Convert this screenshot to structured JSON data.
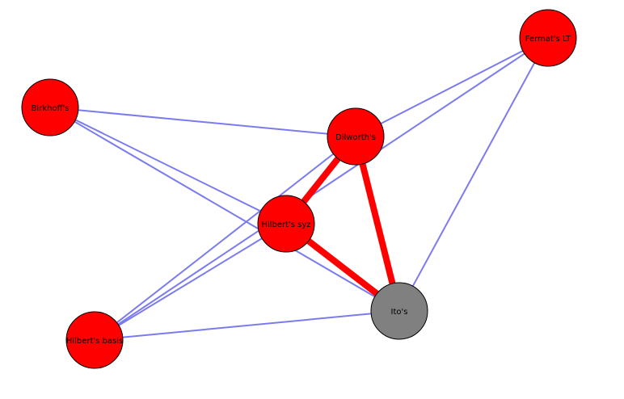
{
  "nodes": [
    {
      "id": "fermat",
      "label": "Fermat's LT",
      "color": "#ff0000"
    },
    {
      "id": "birkhoff",
      "label": "Birkhoff's",
      "color": "#ff0000"
    },
    {
      "id": "dilworth",
      "label": "Dilworth's",
      "color": "#ff0000"
    },
    {
      "id": "hilbert_syz",
      "label": "Hilbert's syz",
      "color": "#ff0000"
    },
    {
      "id": "ito",
      "label": "Ito's",
      "color": "#808080"
    },
    {
      "id": "hilbert_basis",
      "label": "Hilbert's basis",
      "color": "#ff0000"
    }
  ],
  "edges": [
    {
      "source": "birkhoff",
      "target": "dilworth",
      "highlight": false
    },
    {
      "source": "birkhoff",
      "target": "hilbert_syz",
      "highlight": false
    },
    {
      "source": "birkhoff",
      "target": "ito",
      "highlight": false
    },
    {
      "source": "fermat",
      "target": "dilworth",
      "highlight": false
    },
    {
      "source": "fermat",
      "target": "hilbert_basis",
      "highlight": false
    },
    {
      "source": "fermat",
      "target": "ito",
      "highlight": false
    },
    {
      "source": "dilworth",
      "target": "hilbert_basis",
      "highlight": false
    },
    {
      "source": "hilbert_syz",
      "target": "hilbert_basis",
      "highlight": false
    },
    {
      "source": "hilbert_basis",
      "target": "ito",
      "highlight": false
    },
    {
      "source": "dilworth",
      "target": "hilbert_syz",
      "highlight": true
    },
    {
      "source": "dilworth",
      "target": "ito",
      "highlight": true
    },
    {
      "source": "hilbert_syz",
      "target": "ito",
      "highlight": true
    }
  ],
  "colors": {
    "normal_edge": "#7b7bf0",
    "highlight_edge": "#ff0000",
    "node_stroke": "#000000"
  }
}
